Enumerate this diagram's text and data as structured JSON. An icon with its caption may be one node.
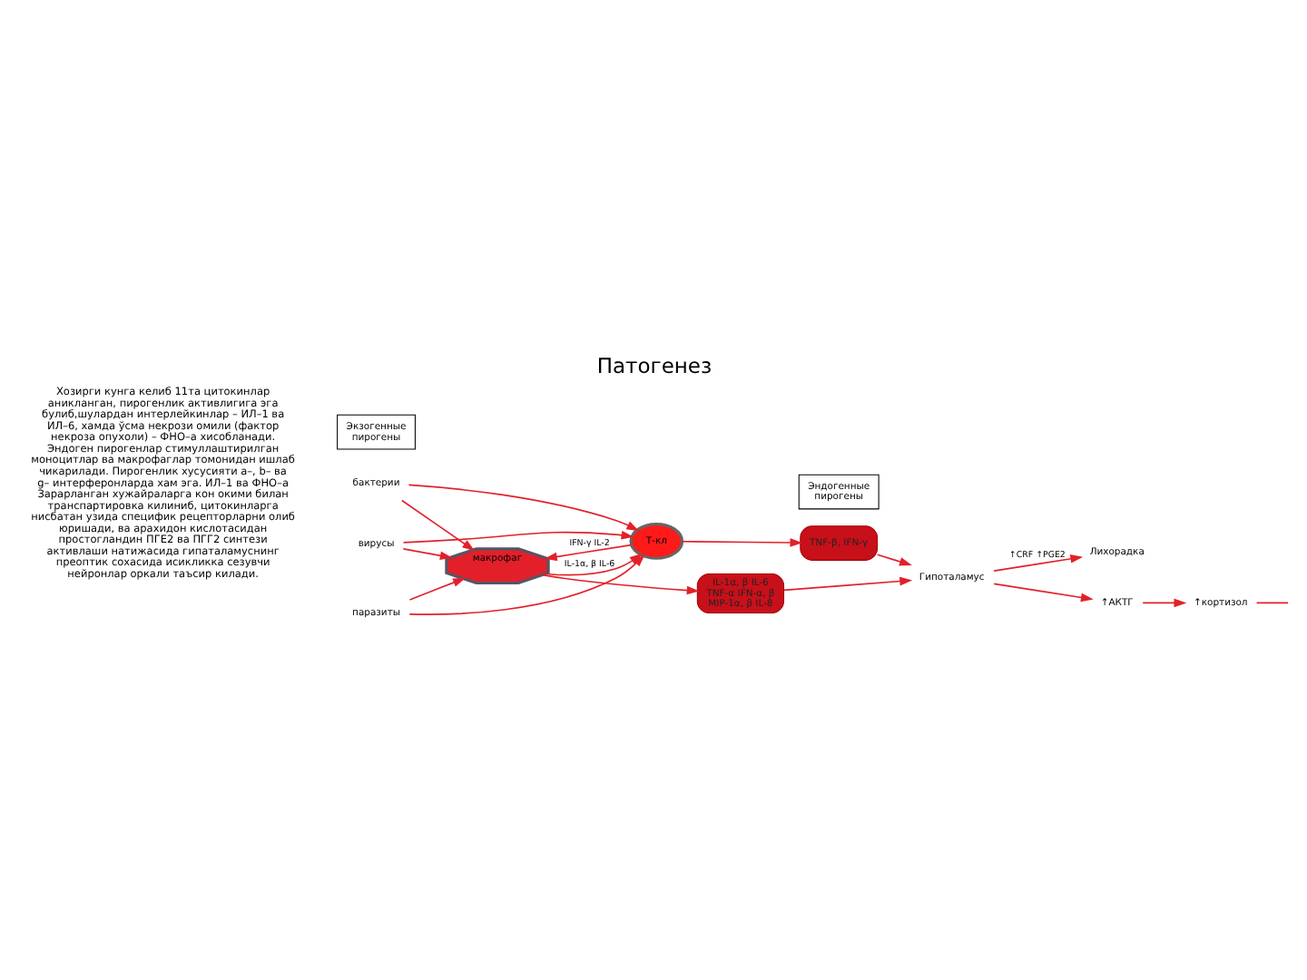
{
  "diagram": {
    "title": "Патогенез",
    "nodes": [
      {
        "text": [
          "бактерии"
        ]
      },
      {
        "text": [
          "вирусы"
        ]
      },
      {
        "text": [
          "паразиты"
        ]
      },
      {
        "text": [
          "макрофаг"
        ]
      },
      {
        "text": [
          "Т-кл"
        ]
      },
      {
        "text": [
          "IL-1α, β IL-6 TNF-α IFN-α, β MIP-1α, β IL-8"
        ]
      },
      {
        "text": [
          "TNF-β, IFN-γ"
        ]
      },
      {
        "text": [
          "Гипоталамус"
        ]
      },
      {
        "text": [
          "Лихорадка"
        ]
      },
      {
        "text": [
          "↑АКТГ"
        ]
      },
      {
        "text": [
          "↑кортизол"
        ]
      },
      {
        "text": [
          "Экзогенные пирогены"
        ]
      },
      {
        "text": [
          "Эндогенные пирогены"
        ]
      }
    ],
    "edges": [
      {
        "from": 0,
        "to": 3,
        "arrow": "to"
      },
      {
        "from": 0,
        "to": 4,
        "arrow": "to"
      },
      {
        "from": 1,
        "to": 3,
        "arrow": "to"
      },
      {
        "from": 1,
        "to": 4,
        "arrow": "to"
      },
      {
        "from": 2,
        "to": 3,
        "arrow": "to"
      },
      {
        "from": 2,
        "to": 4,
        "arrow": "to"
      },
      {
        "from": 4,
        "to": 3,
        "arrow": "to",
        "label": "IFN-γ IL-2"
      },
      {
        "from": 3,
        "to": 4,
        "arrow": "to",
        "label": "IL-1α, β IL-6"
      },
      {
        "from": 3,
        "to": 5,
        "arrow": "to"
      },
      {
        "from": 4,
        "to": 6,
        "arrow": "to"
      },
      {
        "from": 5,
        "to": 7,
        "arrow": "to"
      },
      {
        "from": 6,
        "to": 7,
        "arrow": "to"
      },
      {
        "from": 7,
        "to": 8,
        "arrow": "to",
        "label": "↑CRF ↑PGE2"
      },
      {
        "from": 7,
        "to": 9,
        "arrow": "to"
      },
      {
        "from": 9,
        "to": 10,
        "arrow": "to"
      },
      {
        "from": 10,
        "to": null,
        "arrow": "none"
      }
    ],
    "labels": [
      "Хозирги кунга келиб 11та цитокинлар аникланган, пирогенлик активлигига эга булиб,шулардан интерлейкинлар – ИЛ–1 ва ИЛ–6, хамда ўсма некрози омили (фактор некроза опухоли) – ФНО–a хисобланади. Эндоген пирогенлар стимуллаштирилган моноцитлар ва макрофаглар томонидан ишлаб чикарилади. Пирогенлик хусусияти a–, b– ва g– интерферонларда хам эга. ИЛ–1 ва ФНО–a Зарарланган хужайраларга кон окими билан транспартировка килиниб, цитокинларга нисбатан узида специфик рецепторларни олиб юришади, ва арахидон кислотасидан простогландин ПГЕ2 ва ПГГ2 синтези активлаши натижасида гипаталамуснинг преоптик сохасида исикликка сезувчи нейронлар оркали таъсир килади."
    ]
  }
}
